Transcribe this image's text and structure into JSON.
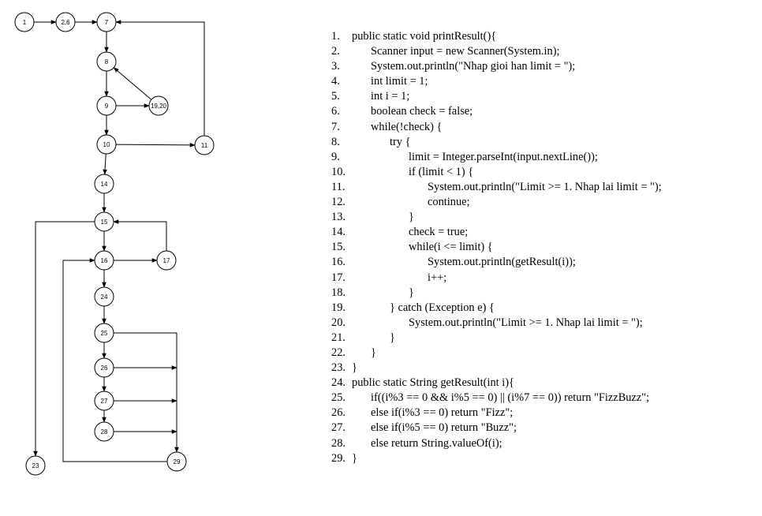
{
  "nodes": [
    {
      "id": "n1",
      "label": "1"
    },
    {
      "id": "n2_6",
      "label": "2,6"
    },
    {
      "id": "n7",
      "label": "7"
    },
    {
      "id": "n8",
      "label": "8"
    },
    {
      "id": "n9",
      "label": "9"
    },
    {
      "id": "n19_20",
      "label": "19,20"
    },
    {
      "id": "n10",
      "label": "10"
    },
    {
      "id": "n11",
      "label": "11"
    },
    {
      "id": "n14",
      "label": "14"
    },
    {
      "id": "n15",
      "label": "15"
    },
    {
      "id": "n16",
      "label": "16"
    },
    {
      "id": "n17",
      "label": "17"
    },
    {
      "id": "n24",
      "label": "24"
    },
    {
      "id": "n25",
      "label": "25"
    },
    {
      "id": "n26",
      "label": "26"
    },
    {
      "id": "n27",
      "label": "27"
    },
    {
      "id": "n28",
      "label": "28"
    },
    {
      "id": "n29",
      "label": "29"
    },
    {
      "id": "n23",
      "label": "23"
    }
  ],
  "edges": [
    {
      "from": "1",
      "to": "2,6"
    },
    {
      "from": "2,6",
      "to": "7"
    },
    {
      "from": "7",
      "to": "8"
    },
    {
      "from": "8",
      "to": "9"
    },
    {
      "from": "9",
      "to": "19,20"
    },
    {
      "from": "19,20",
      "to": "8"
    },
    {
      "from": "9",
      "to": "10"
    },
    {
      "from": "10",
      "to": "11"
    },
    {
      "from": "11",
      "to": "7"
    },
    {
      "from": "10",
      "to": "14"
    },
    {
      "from": "14",
      "to": "15"
    },
    {
      "from": "15",
      "to": "16"
    },
    {
      "from": "16",
      "to": "17"
    },
    {
      "from": "17",
      "to": "15"
    },
    {
      "from": "15",
      "to": "23"
    },
    {
      "from": "16",
      "to": "24"
    },
    {
      "from": "24",
      "to": "25"
    },
    {
      "from": "25",
      "to": "26"
    },
    {
      "from": "26",
      "to": "27"
    },
    {
      "from": "27",
      "to": "28"
    },
    {
      "from": "25",
      "to": "29"
    },
    {
      "from": "26",
      "to": "29"
    },
    {
      "from": "27",
      "to": "29"
    },
    {
      "from": "28",
      "to": "29"
    },
    {
      "from": "29",
      "to": "16"
    }
  ],
  "code": [
    {
      "num": "1.",
      "text": "public static void printResult(){"
    },
    {
      "num": "2.",
      "text": "Scanner input = new Scanner(System.in);"
    },
    {
      "num": "3.",
      "text": "System.out.println(\"Nhap gioi han limit = \");"
    },
    {
      "num": "4.",
      "text": "int limit = 1;"
    },
    {
      "num": "5.",
      "text": "int i = 1;"
    },
    {
      "num": "6.",
      "text": "boolean check = false;"
    },
    {
      "num": "7.",
      "text": "while(!check) {"
    },
    {
      "num": "8.",
      "text": "try {"
    },
    {
      "num": "9.",
      "text": "limit = Integer.parseInt(input.nextLine());"
    },
    {
      "num": "10.",
      "text": "if (limit < 1) {"
    },
    {
      "num": "11.",
      "text": "System.out.println(\"Limit >= 1. Nhap lai limit = \");"
    },
    {
      "num": "12.",
      "text": "continue;"
    },
    {
      "num": "13.",
      "text": "}"
    },
    {
      "num": "14.",
      "text": "check = true;"
    },
    {
      "num": "15.",
      "text": "while(i <= limit) {"
    },
    {
      "num": "16.",
      "text": "System.out.println(getResult(i));"
    },
    {
      "num": "17.",
      "text": "i++;"
    },
    {
      "num": "18.",
      "text": "}"
    },
    {
      "num": "19.",
      "text": "} catch (Exception e) {"
    },
    {
      "num": "20.",
      "text": "System.out.println(\"Limit >= 1. Nhap lai limit = \");"
    },
    {
      "num": "21.",
      "text": "}"
    },
    {
      "num": "22.",
      "text": "}"
    },
    {
      "num": "23.",
      "text": "}"
    },
    {
      "num": "24.",
      "text": "public static String getResult(int i){"
    },
    {
      "num": "25.",
      "text": "if((i%3 == 0 && i%5 == 0) || (i%7 == 0)) return \"FizzBuzz\";"
    },
    {
      "num": "26.",
      "text": "else if(i%3 == 0) return \"Fizz\";"
    },
    {
      "num": "27.",
      "text": "else if(i%5 == 0) return \"Buzz\";"
    },
    {
      "num": "28.",
      "text": "else return String.valueOf(i);"
    },
    {
      "num": "29.",
      "text": "}"
    }
  ]
}
